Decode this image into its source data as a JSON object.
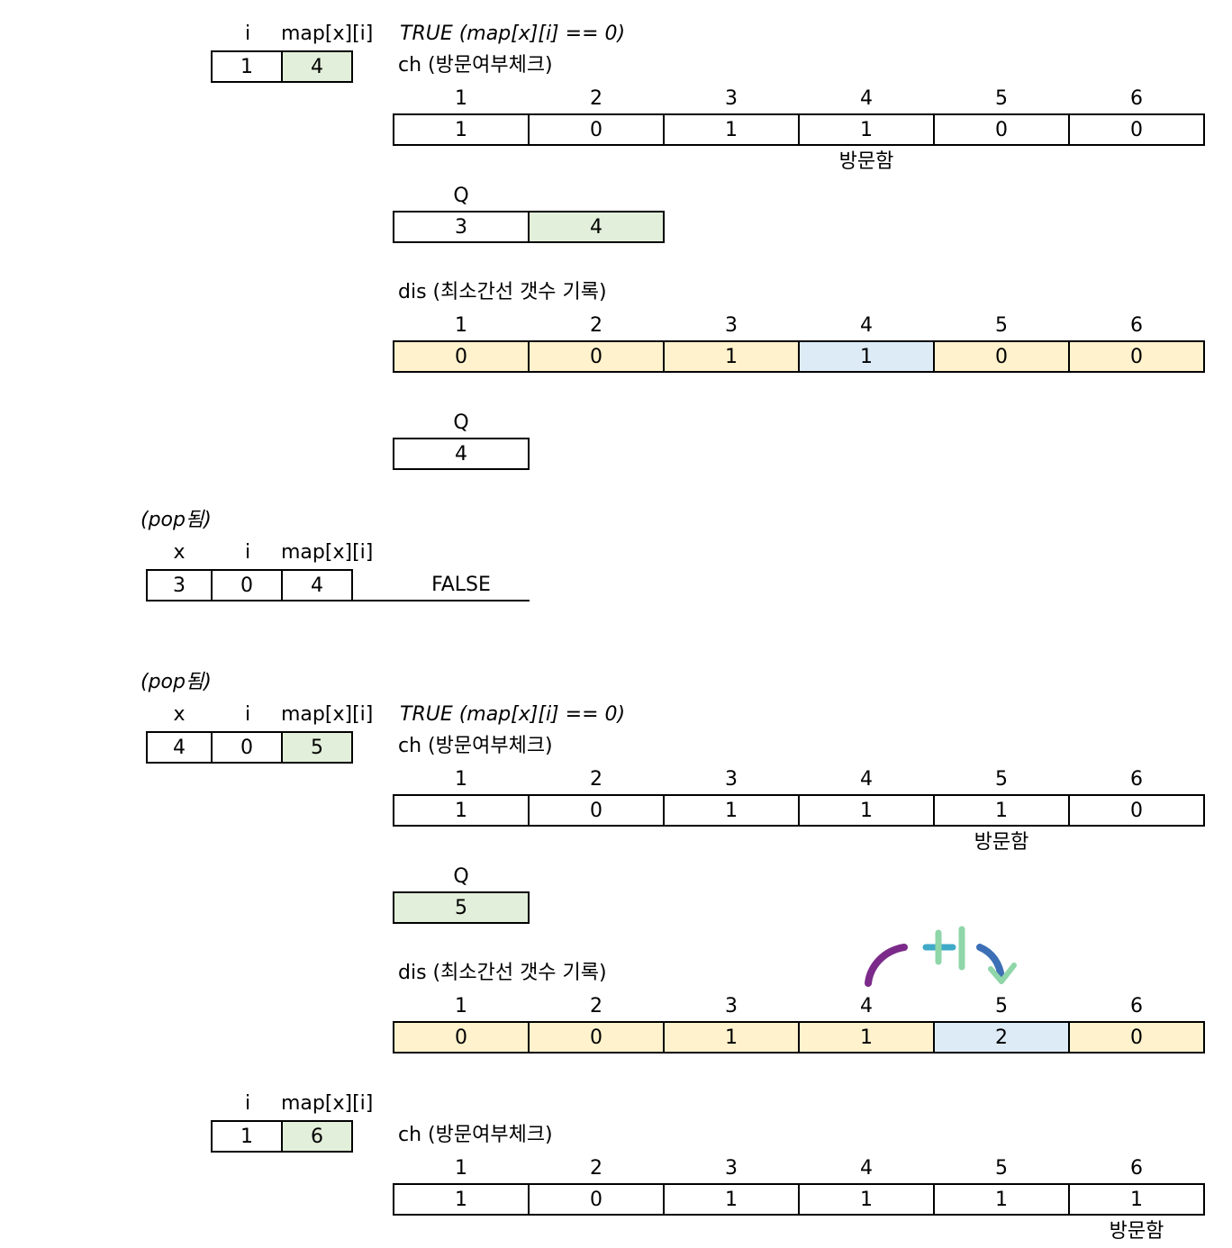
{
  "labels": {
    "i": "i",
    "x": "x",
    "map": "map[x][i]",
    "true_cond": "TRUE (map[x][i] == 0)",
    "ch": "ch (방문여부체크)",
    "q": "Q",
    "dis": "dis (최소간선 갯수 기록)",
    "popped": "(pop됨)",
    "false_text": "FALSE",
    "visited": "방문함"
  },
  "index_header": [
    "1",
    "2",
    "3",
    "4",
    "5",
    "6"
  ],
  "step1": {
    "i": "1",
    "map": "4",
    "ch": [
      "1",
      "0",
      "1",
      "1",
      "0",
      "0"
    ],
    "q": [
      "3",
      "4"
    ],
    "dis": [
      "0",
      "0",
      "1",
      "1",
      "0",
      "0"
    ],
    "q_after": [
      "4"
    ]
  },
  "step2": {
    "x": "3",
    "i": "0",
    "map": "4"
  },
  "step3": {
    "x": "4",
    "i": "0",
    "map": "5",
    "ch": [
      "1",
      "0",
      "1",
      "1",
      "1",
      "0"
    ],
    "q": [
      "5"
    ],
    "dis": [
      "0",
      "0",
      "1",
      "1",
      "2",
      "0"
    ],
    "annotation": "+1"
  },
  "step4": {
    "i": "1",
    "map": "6",
    "ch": [
      "1",
      "0",
      "1",
      "1",
      "1",
      "1"
    ]
  },
  "colors": {
    "green": "#e2efda",
    "yellow": "#fff2cc",
    "blue": "#ddebf7",
    "stroke_purple": "#7b2a8a",
    "stroke_teal": "#3fa9c8",
    "stroke_green": "#8fd6a8",
    "stroke_blue": "#3c6fb5"
  }
}
